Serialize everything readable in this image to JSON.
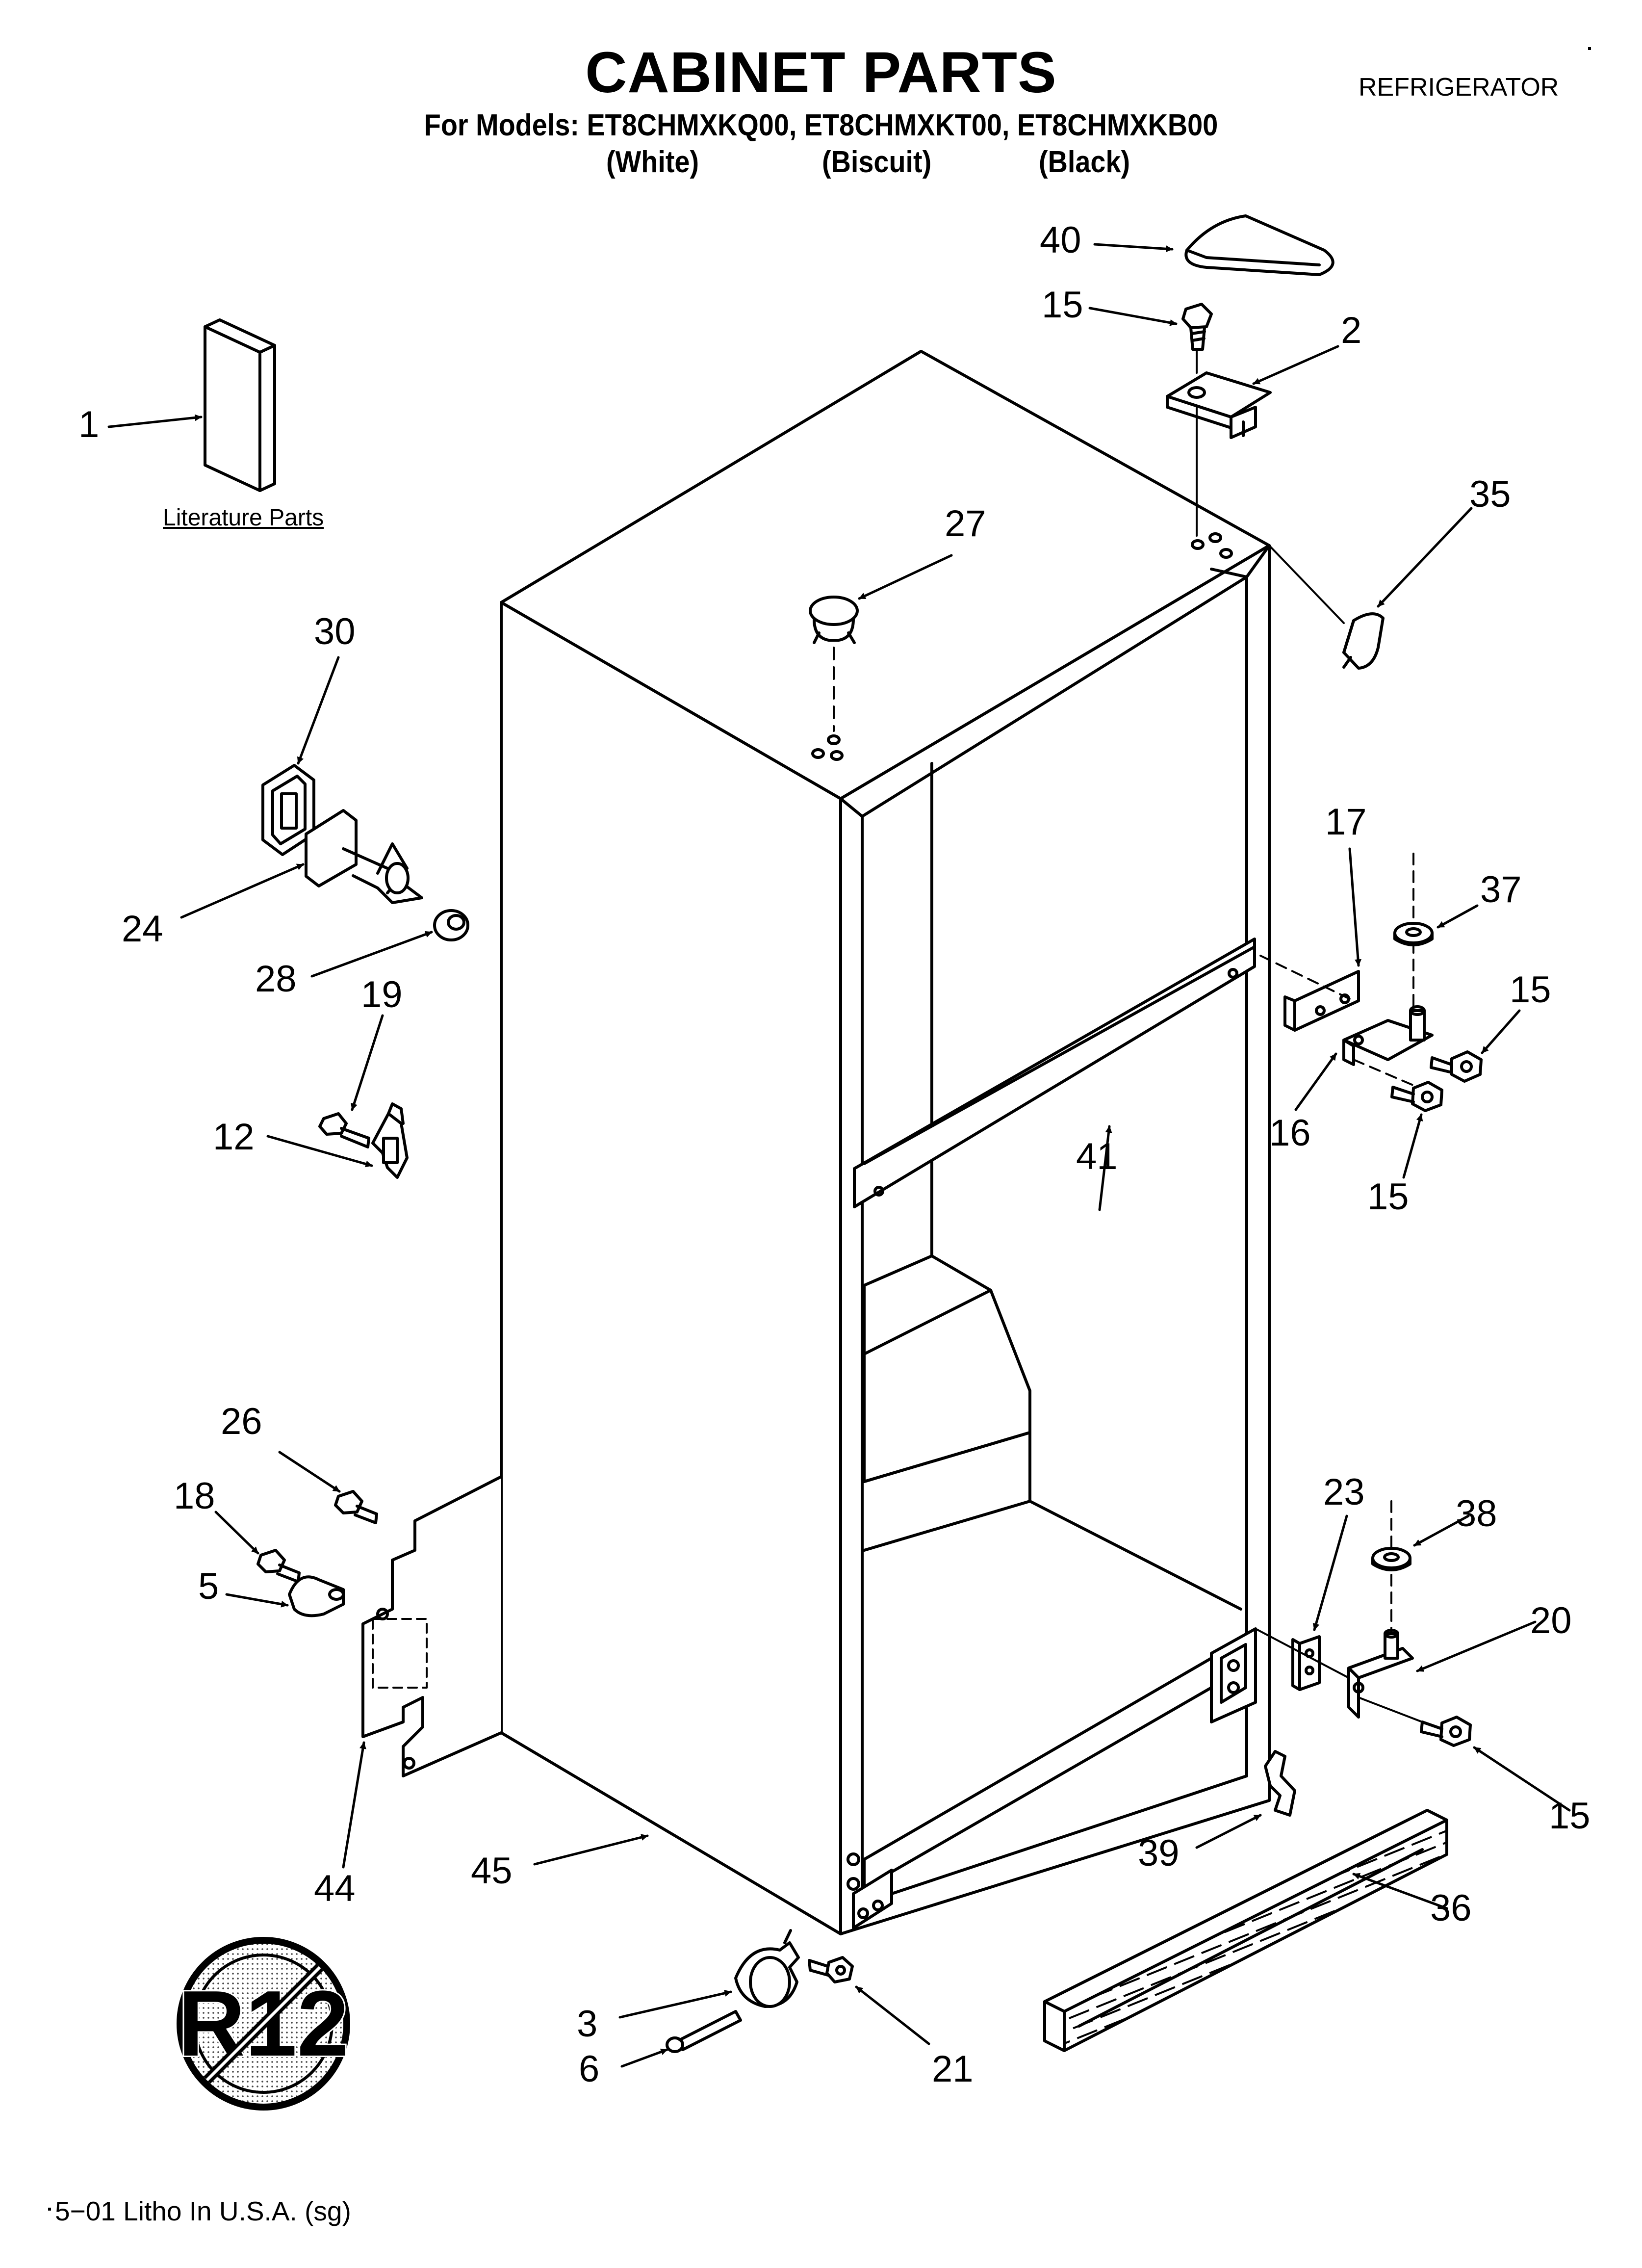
{
  "header": {
    "title": "CABINET PARTS",
    "models_line": "For Models: ET8CHMXKQ00, ET8CHMXKT00, ET8CHMXKB00",
    "variants": [
      "(White)",
      "(Biscuit)",
      "(Black)"
    ],
    "category": "REFRIGERATOR"
  },
  "literature_label": "Literature Parts",
  "r12_symbol": "R12",
  "footer": "5−01 Litho In U.S.A. (sg)",
  "callouts": {
    "c40": "40",
    "c15a": "15",
    "c2": "2",
    "c1": "1",
    "c27": "27",
    "c35": "35",
    "c30": "30",
    "c24": "24",
    "c28": "28",
    "c19": "19",
    "c12": "12",
    "c17": "17",
    "c37": "37",
    "c15b": "15",
    "c16": "16",
    "c41": "41",
    "c15c": "15",
    "c26": "26",
    "c18": "18",
    "c5": "5",
    "c44": "44",
    "c45": "45",
    "c23": "23",
    "c38": "38",
    "c20": "20",
    "c15d": "15",
    "c39": "39",
    "c36": "36",
    "c3": "3",
    "c6": "6",
    "c21": "21"
  }
}
